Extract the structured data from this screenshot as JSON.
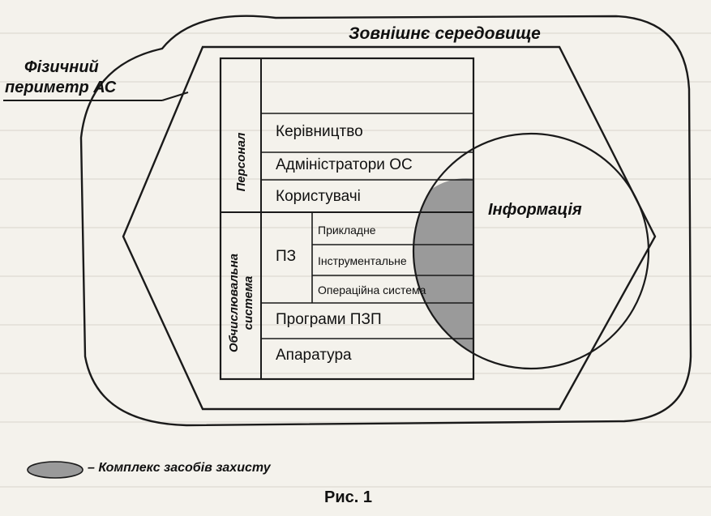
{
  "diagram": {
    "outer_environment": "Зовнішнє середовище",
    "physical_perimeter_line1": "Фізичний",
    "physical_perimeter_line2": "периметр АС",
    "personnel": "Персонал",
    "computing_system_line1": "Обчислювальна",
    "computing_system_line2": "система",
    "rows": {
      "management": "Керівництво",
      "os_admins": "Адміністратори ОС",
      "users": "Користувачі",
      "software": "ПЗ",
      "applied": "Прикладне",
      "instrumental": "Інструментальне",
      "os": "Операційна система",
      "pzp": "Програми ПЗП",
      "hardware": "Апаратура"
    },
    "information": "Інформація"
  },
  "legend": {
    "text": "– Комплекс засобів захисту",
    "swatch_color": "#9a9a9a"
  },
  "caption": "Рис. 1",
  "colors": {
    "line": "#1a1a1a",
    "shade": "#9a9a9a",
    "background": "#f4f2ec"
  }
}
